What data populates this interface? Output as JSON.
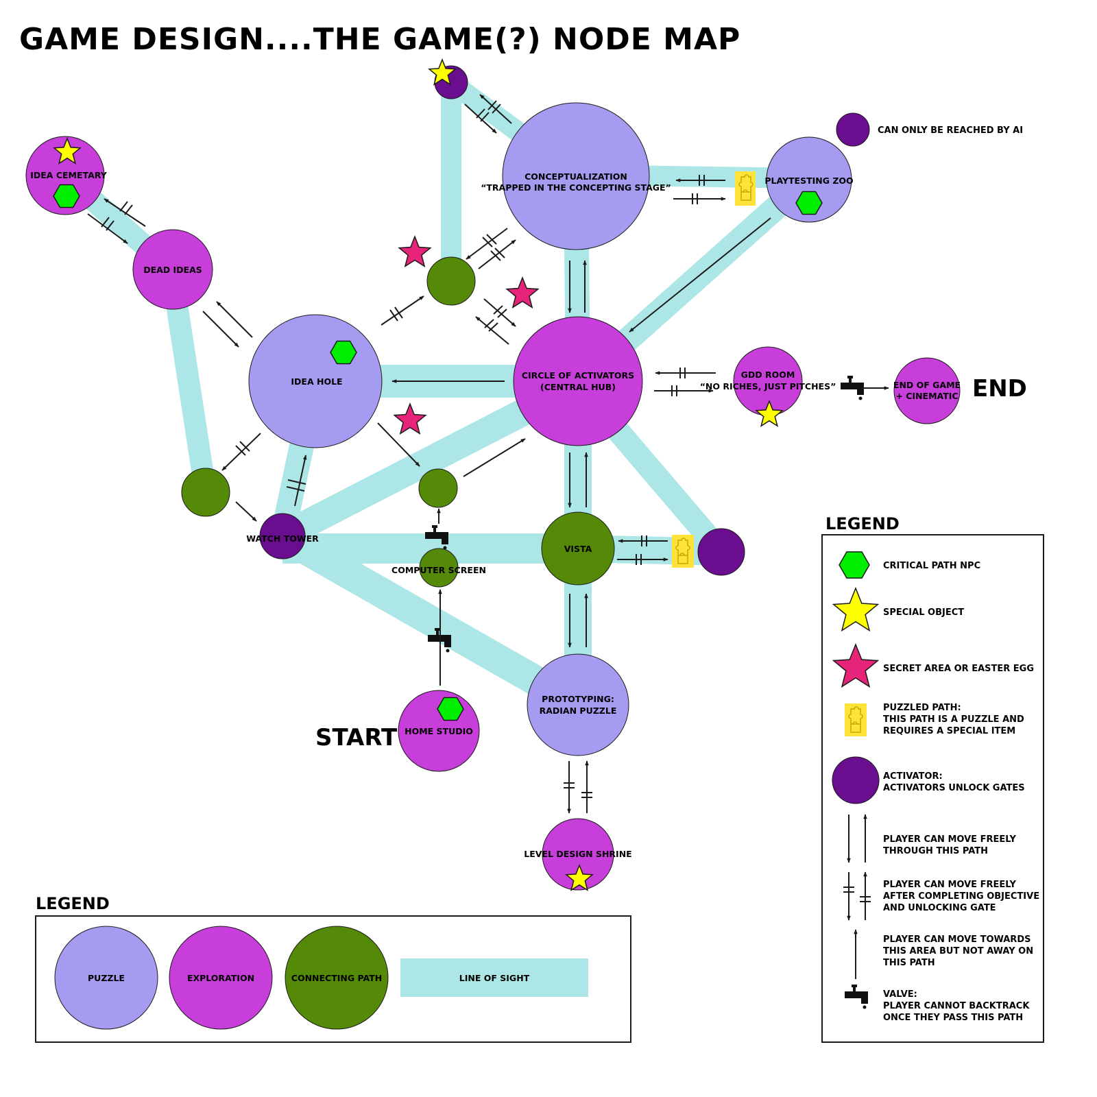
{
  "title": "GAME DESIGN....THE GAME(?) NODE MAP",
  "colors": {
    "puzzle": "#a59bf0",
    "exploration": "#c83edb",
    "connecting": "#548a08",
    "activator": "#6a0d8f",
    "line_of_sight": "#ade6e6",
    "critical_npc": "#00ee00",
    "special_object": "#ffff00",
    "secret": "#e8247a",
    "puzzle_piece": "#ffe23a"
  },
  "nodes": {
    "conceptualization": {
      "line1": "CONCEPTUALIZATION",
      "line2": "“TRAPPED IN THE CONCEPTING STAGE”"
    },
    "playtesting_zoo": "PLAYTESTING ZOO",
    "idea_cemetary": "IDEA CEMETARY",
    "dead_ideas": "DEAD IDEAS",
    "idea_hole": "IDEA HOLE",
    "circle_of_activators": {
      "line1": "CIRCLE OF ACTIVATORS",
      "line2": "(CENTRAL HUB)"
    },
    "gdd_room": {
      "line1": "GDD ROOM",
      "line2": "“NO RICHES, JUST PITCHES”"
    },
    "end_of_game": {
      "line1": "END OF GAME",
      "line2": "+ CINEMATIC"
    },
    "watch_tower": "WATCH TOWER",
    "computer_screen": "COMPUTER SCREEN",
    "vista": "VISTA",
    "prototyping": {
      "line1": "PROTOTYPING:",
      "line2": "RADIAN PUZZLE"
    },
    "home_studio": "HOME STUDIO",
    "level_design_shrine": "LEVEL DESIGN SHRINE"
  },
  "start_label": "START",
  "end_label": "END",
  "legend_bottom": {
    "heading": "LEGEND",
    "puzzle": "PUZZLE",
    "exploration": "EXPLORATION",
    "connecting": "CONNECTING PATH",
    "line_of_sight": "LINE OF SIGHT"
  },
  "legend_ai": "CAN ONLY BE REACHED BY AI",
  "legend_right": {
    "heading": "LEGEND",
    "critical_npc": "CRITICAL PATH NPC",
    "special_object": "SPECIAL OBJECT",
    "secret": "SECRET AREA OR EASTER EGG",
    "puzzled_path": [
      "PUZZLED PATH:",
      "THIS PATH IS A PUZZLE AND",
      "REQUIRES A SPECIAL ITEM"
    ],
    "activator": [
      "ACTIVATOR:",
      "ACTIVATORS UNLOCK GATES"
    ],
    "free_move": [
      "PLAYER CAN MOVE FREELY",
      "THROUGH THIS PATH"
    ],
    "gated_move": [
      "PLAYER CAN MOVE FREELY",
      "AFTER COMPLETING OBJECTIVE",
      "AND UNLOCKING GATE"
    ],
    "one_way": [
      "PLAYER CAN MOVE TOWARDS",
      "THIS AREA BUT NOT AWAY ON",
      "THIS PATH"
    ],
    "valve": [
      "VALVE:",
      "PLAYER CANNOT BACKTRACK",
      "ONCE THEY PASS THIS PATH"
    ]
  }
}
